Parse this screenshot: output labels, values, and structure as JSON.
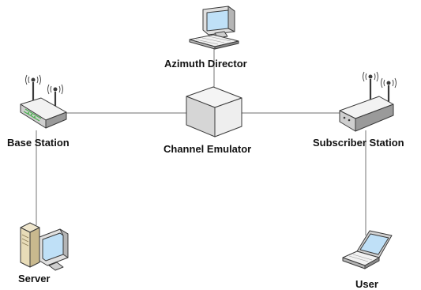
{
  "nodes": {
    "azimuth_director": {
      "label": "Azimuth Director",
      "icon": "desktop-computer-icon"
    },
    "channel_emulator": {
      "label": "Channel Emulator",
      "icon": "emulator-box-icon"
    },
    "base_station": {
      "label": "Base Station",
      "icon": "wireless-router-icon"
    },
    "subscriber_station": {
      "label": "Subscriber Station",
      "icon": "wireless-router-icon"
    },
    "server": {
      "label": "Server",
      "icon": "server-workstation-icon"
    },
    "user": {
      "label": "User",
      "icon": "laptop-icon"
    }
  },
  "links": [
    {
      "from": "Base Station",
      "to": "Channel Emulator"
    },
    {
      "from": "Channel Emulator",
      "to": "Subscriber Station"
    },
    {
      "from": "Azimuth Director",
      "to": "Channel Emulator"
    },
    {
      "from": "Base Station",
      "to": "Server"
    },
    {
      "from": "Subscriber Station",
      "to": "User"
    }
  ],
  "colors": {
    "line": "#8c8c8c",
    "device_light": "#f2f2f2",
    "device_shade": "#cfcfcf",
    "device_dark": "#8a8a8a",
    "outline": "#3a3a3a",
    "screen": "#bfe0f7",
    "server_beige": "#e8dcb8",
    "led_green": "#4caf50"
  }
}
